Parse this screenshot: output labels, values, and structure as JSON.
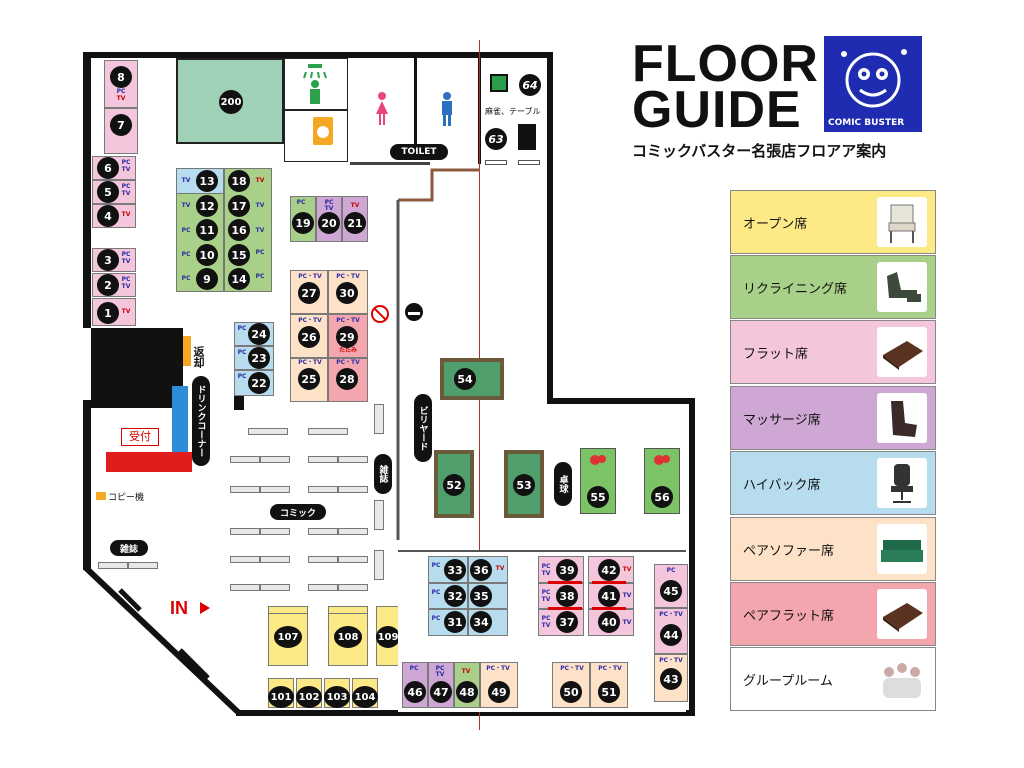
{
  "title": {
    "line1": "FLOOR",
    "line2": "GUIDE",
    "subtitle": "コミックバスター名張店フロアア案内",
    "logo_text": "COMIC BUSTER"
  },
  "colors": {
    "open": "#fdea86",
    "reclining": "#a8d089",
    "flat": "#f3c6dc",
    "massage": "#cfa7d4",
    "highback": "#b7dcee",
    "pair_sofa": "#fde2c8",
    "pair_flat": "#f3a6ad",
    "group": "#ffffff",
    "billiards": "#4f9e6c",
    "table_tennis": "#7cc266",
    "staff": "#9ed1b5"
  },
  "legend": [
    {
      "label": "オープン席",
      "color": "#fdea86",
      "icon": "chair-icon"
    },
    {
      "label": "リクライニング席",
      "color": "#a8d089",
      "icon": "recliner-icon"
    },
    {
      "label": "フラット席",
      "color": "#f3c6dc",
      "icon": "flat-mat-icon"
    },
    {
      "label": "マッサージ席",
      "color": "#cfa7d4",
      "icon": "massage-chair-icon"
    },
    {
      "label": "ハイバック席",
      "color": "#b7dcee",
      "icon": "office-chair-icon"
    },
    {
      "label": "ペアソファー席",
      "color": "#fde2c8",
      "icon": "sofa-icon"
    },
    {
      "label": "ペアフラット席",
      "color": "#f3a6ad",
      "icon": "flat-mat-icon"
    },
    {
      "label": "グループルーム",
      "color": "#ffffff",
      "icon": "group-photo-icon"
    }
  ],
  "labels": {
    "toilet": "TOILET",
    "smoking_table": "麻雀、テーブル",
    "return": "返却",
    "drink_corner": "ドリンクコーナー",
    "reception": "受付",
    "copy_machine": "コピー機",
    "magazines_left": "雑誌",
    "magazines_mid": "雑誌",
    "comic": "コミック",
    "billiards": "ビリヤード",
    "table_tennis": "卓球",
    "entrance": "IN",
    "tatami": "たたみ",
    "pc_tv": "PC・TV",
    "pc": "PC",
    "tv": "TV"
  },
  "seats": {
    "n1": "1",
    "n2": "2",
    "n3": "3",
    "n4": "4",
    "n5": "5",
    "n6": "6",
    "n7": "7",
    "n8": "8",
    "n9": "9",
    "n10": "10",
    "n11": "11",
    "n12": "12",
    "n13": "13",
    "n14": "14",
    "n15": "15",
    "n16": "16",
    "n17": "17",
    "n18": "18",
    "n19": "19",
    "n20": "20",
    "n21": "21",
    "n22": "22",
    "n23": "23",
    "n24": "24",
    "n25": "25",
    "n26": "26",
    "n27": "27",
    "n28": "28",
    "n29": "29",
    "n30": "30",
    "n31": "31",
    "n32": "32",
    "n33": "33",
    "n34": "34",
    "n35": "35",
    "n36": "36",
    "n37": "37",
    "n38": "38",
    "n39": "39",
    "n40": "40",
    "n41": "41",
    "n42": "42",
    "n43": "43",
    "n44": "44",
    "n45": "45",
    "n46": "46",
    "n47": "47",
    "n48": "48",
    "n49": "49",
    "n50": "50",
    "n51": "51",
    "n52": "52",
    "n53": "53",
    "n54": "54",
    "n55": "55",
    "n56": "56",
    "n63": "63",
    "n64": "64",
    "n101": "101",
    "n102": "102",
    "n103": "103",
    "n104": "104",
    "n107": "107",
    "n108": "108",
    "n109": "109",
    "n200": "200"
  }
}
